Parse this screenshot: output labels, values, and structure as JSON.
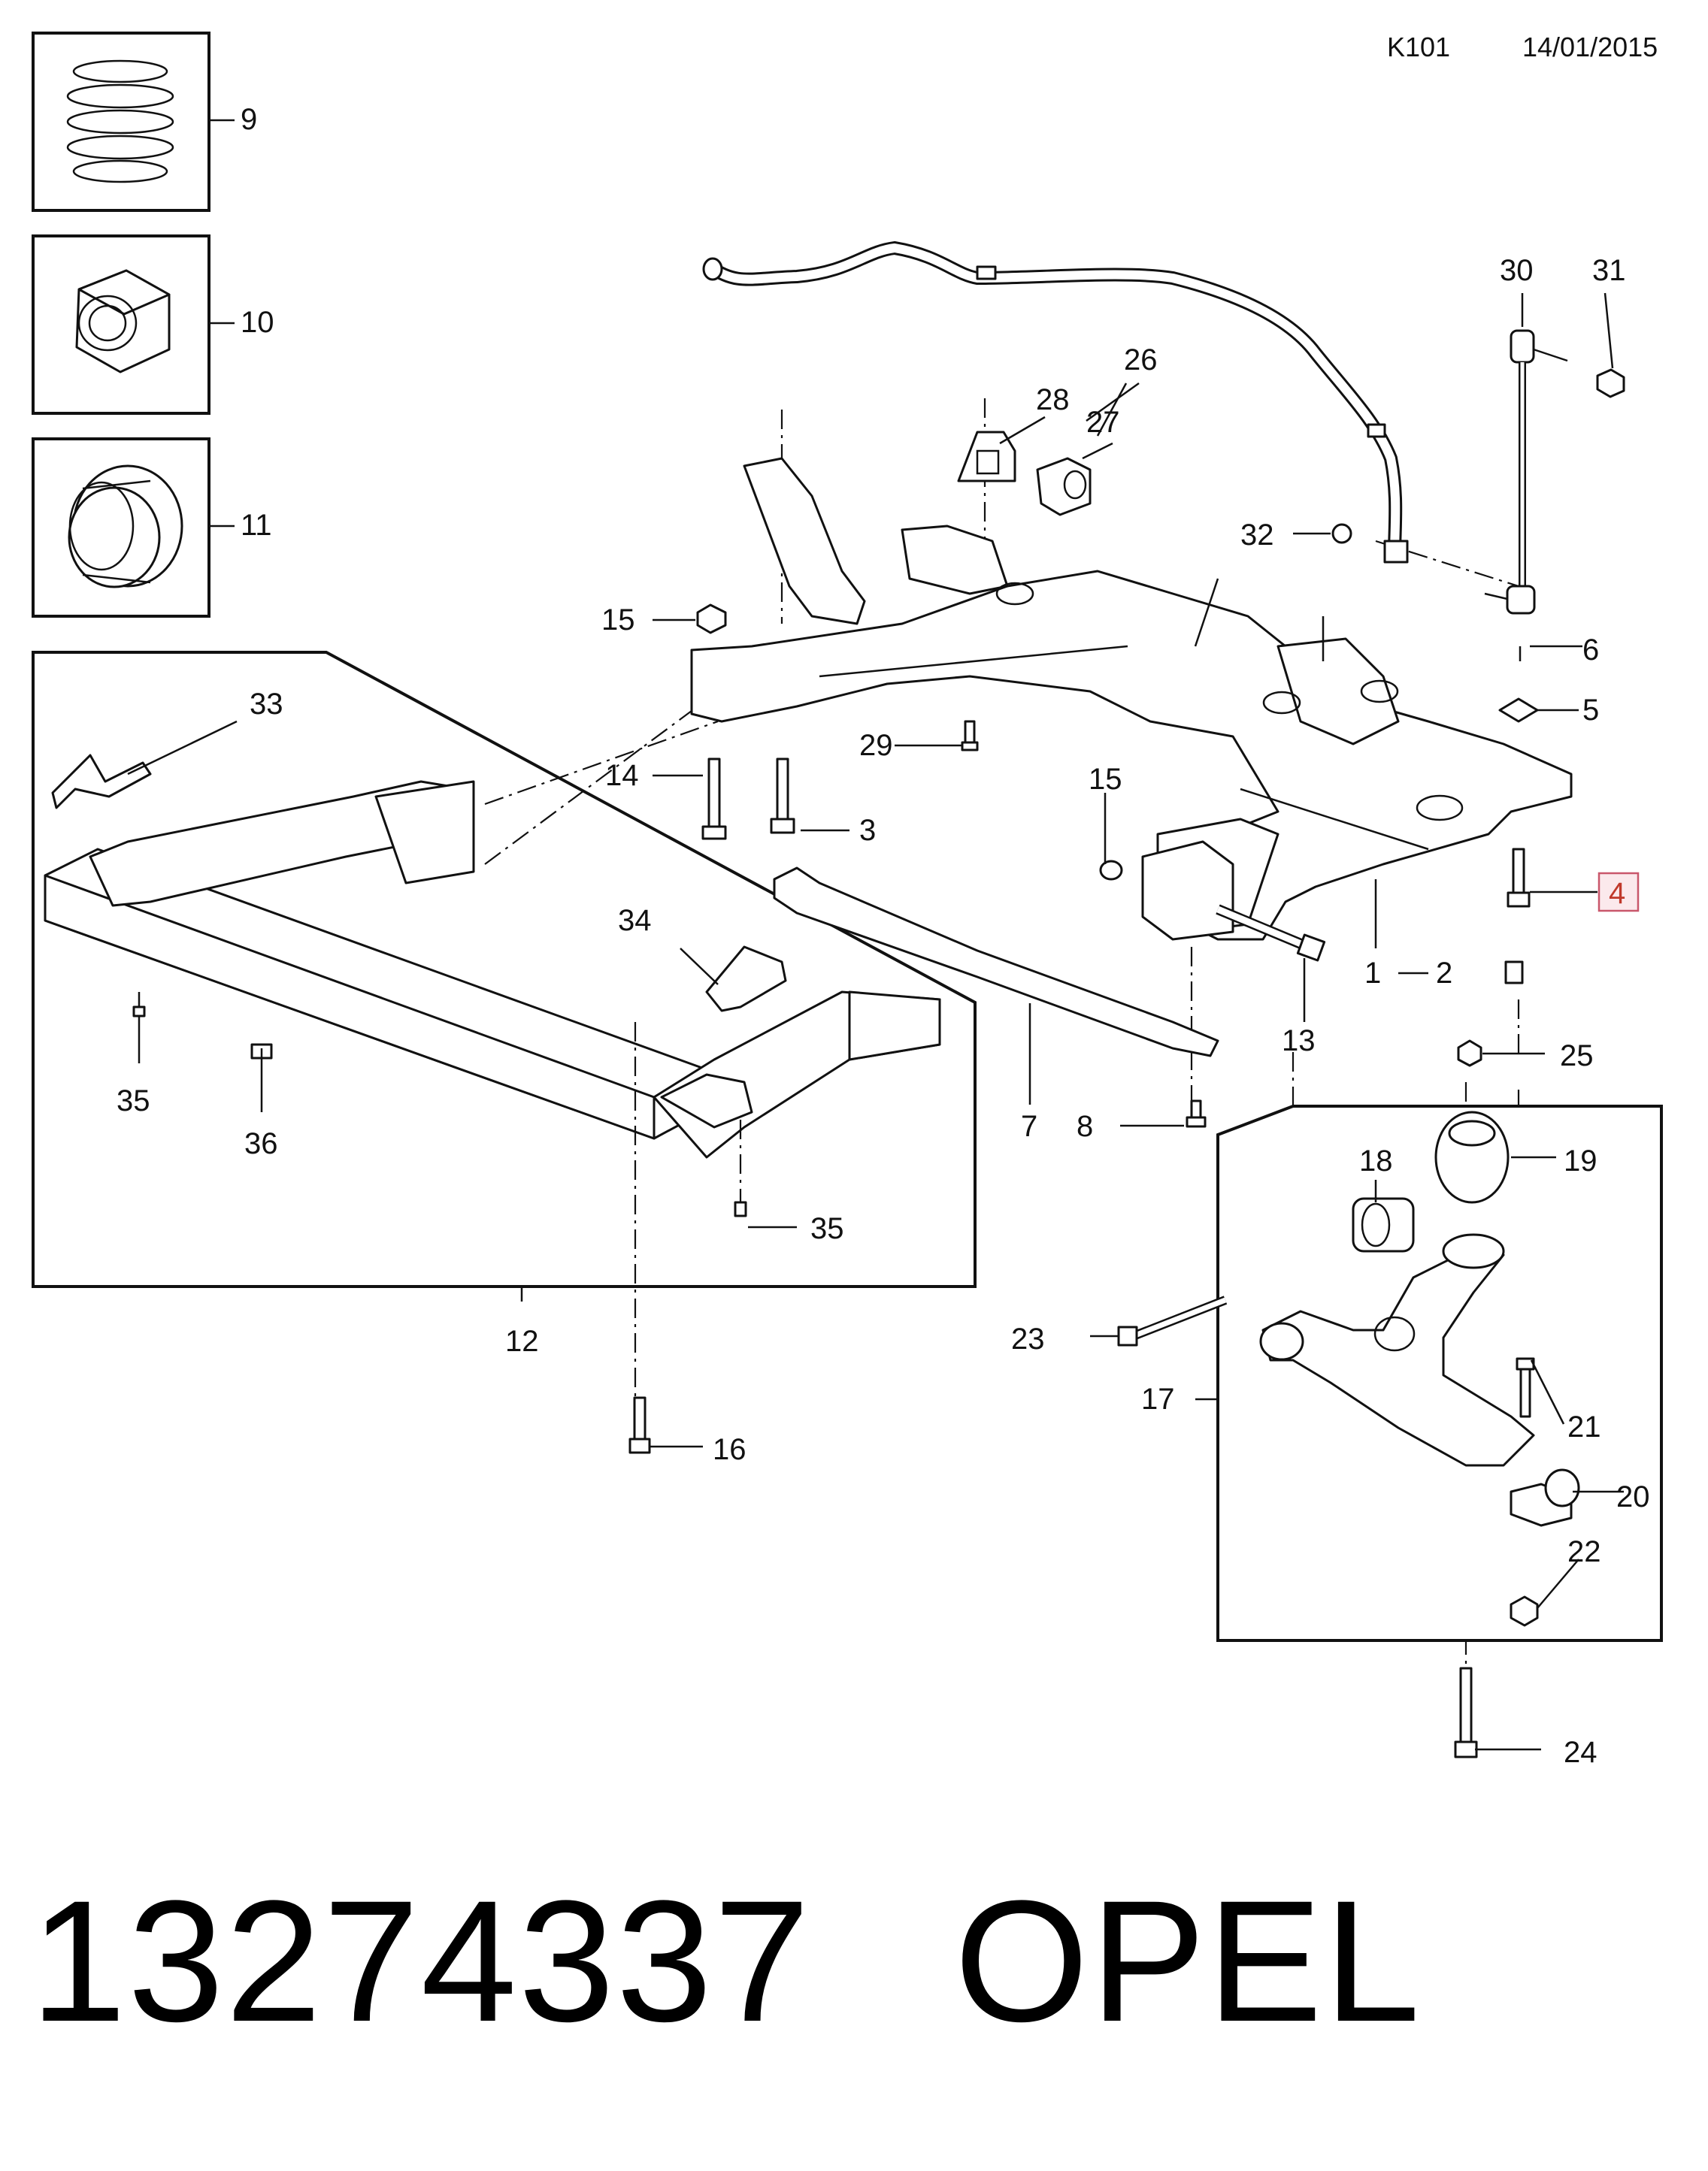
{
  "header": {
    "code": "K101",
    "date": "14/01/2015"
  },
  "callouts": [
    "1",
    "2",
    "3",
    "4",
    "5",
    "6",
    "7",
    "8",
    "9",
    "10",
    "11",
    "12",
    "13",
    "14",
    "15",
    "15",
    "16",
    "17",
    "18",
    "19",
    "20",
    "21",
    "22",
    "23",
    "24",
    "25",
    "26",
    "27",
    "28",
    "29",
    "30",
    "31",
    "32",
    "33",
    "34",
    "35",
    "35",
    "36"
  ],
  "highlighted_callout": "4",
  "highlight_color": "#c9576b",
  "footer": {
    "part_number": "13274337",
    "brand": "OPEL"
  }
}
